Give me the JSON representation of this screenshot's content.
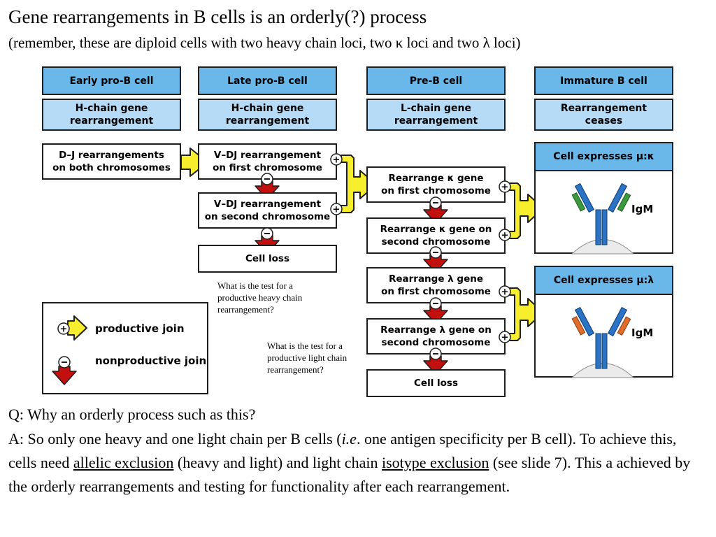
{
  "title": "Gene rearrangements in B cells is an orderly(?) process",
  "subtitle": "(remember, these are diploid cells with two heavy chain loci, two κ loci and two λ loci)",
  "stages": [
    {
      "label": "Early pro-B cell",
      "sub": "H-chain gene\nrearrangement"
    },
    {
      "label": "Late pro-B cell",
      "sub": "H-chain gene\nrearrangement"
    },
    {
      "label": "Pre-B cell",
      "sub": "L-chain gene\nrearrangement"
    },
    {
      "label": "Immature B cell",
      "sub": "Rearrangement\nceases"
    }
  ],
  "steps": {
    "dj": "D–J rearrangements\non both chromosomes",
    "vdj_first": "V–DJ rearrangement\non first chromosome",
    "vdj_second": "V–DJ rearrangement\non second chromosome",
    "cell_loss_1": "Cell loss",
    "kappa_first": "Rearrange κ gene\non first chromosome",
    "kappa_second": "Rearrange κ gene on\nsecond chromosome",
    "lambda_first": "Rearrange λ gene\non first chromosome",
    "lambda_second": "Rearrange λ gene on\nsecond chromosome",
    "cell_loss_2": "Cell loss"
  },
  "expression": {
    "kappa_header": "Cell expresses μ:κ",
    "lambda_header": "Cell expresses μ:λ",
    "antibody_label": "IgM"
  },
  "notes": {
    "heavy": "What is the test for a\nproductive heavy chain\nrearrangement?",
    "light": "What is the test for a\nproductive light chain\nrearrangement?"
  },
  "legend": {
    "productive": "productive join",
    "nonproductive": "nonproductive join"
  },
  "qa": {
    "question": "Q: Why an orderly process such as this?",
    "a_1": "A: So only one heavy and one light chain per B cells (",
    "a_ie": "i.e",
    "a_2": ". one antigen specificity per B cell). To achieve this, cells need ",
    "a_allelic": "allelic exclusion",
    "a_3": " (heavy and light) and light chain ",
    "a_isotype": "isotype exclusion",
    "a_4": " (see slide 7).  This a achieved by the orderly rearrangements and testing for functionality after each rearrangement."
  },
  "colors": {
    "header_blue": "#6ab7ea",
    "subheader_blue": "#b6dbf7",
    "productive_arrow": "#f7ef2e",
    "nonproductive_arrow": "#c40f0f",
    "antibody_heavy": "#2b73c4",
    "kappa_light": "#3b9a3e",
    "lambda_light": "#e06d2c"
  }
}
